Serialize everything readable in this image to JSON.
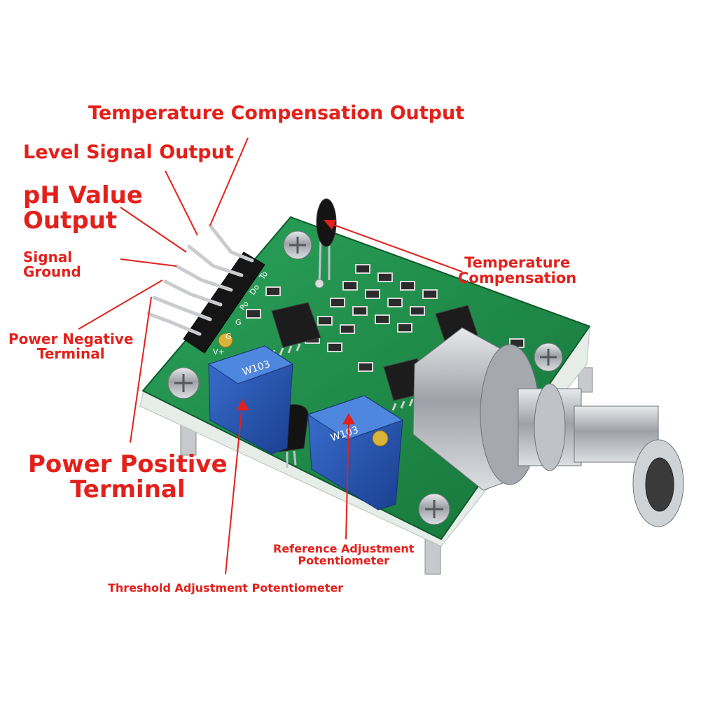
{
  "labels": {
    "temp_comp_output": "Temperature Compensation Output",
    "level_signal_output": "Level Signal Output",
    "ph_value_output": [
      "pH Value",
      "Output"
    ],
    "signal_ground": [
      "Signal",
      "Ground"
    ],
    "power_negative": [
      "Power Negative",
      "Terminal"
    ],
    "power_positive": [
      "Power Positive",
      "Terminal"
    ],
    "temperature_compensation": [
      "Temperature",
      "Compensation"
    ],
    "reference_pot": [
      "Reference Adjustment",
      "Potentiometer"
    ],
    "threshold_pot": "Threshold Adjustment Potentiometer"
  },
  "silkscreen": {
    "pins": [
      "To",
      "Do",
      "Po",
      "G",
      "G",
      "V+"
    ],
    "pot_left": "W103",
    "pot_right": "W103"
  },
  "colors": {
    "label": "#e3201b",
    "pcb": "#1e8a45",
    "potentiometer": "#2356b8",
    "metal": "#b9bcc0"
  }
}
